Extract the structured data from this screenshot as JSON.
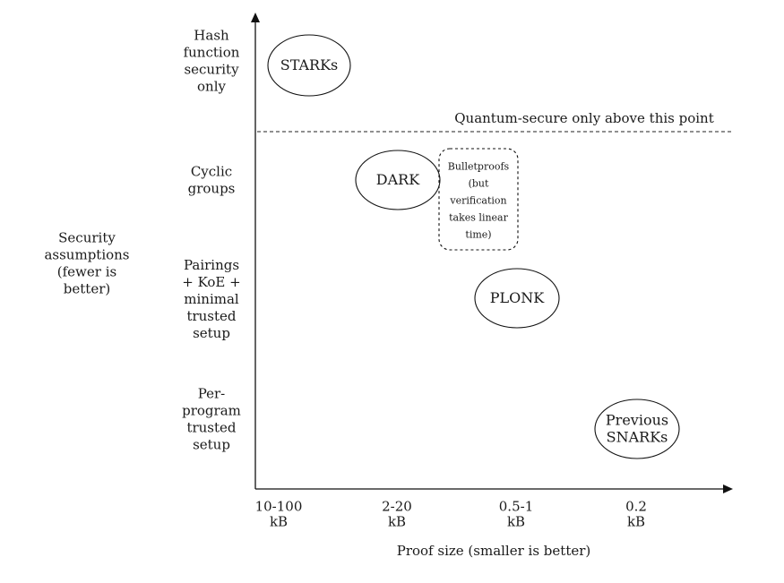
{
  "y_axis": {
    "title": [
      "Security",
      "assumptions",
      "(fewer is",
      "better)"
    ],
    "levels": [
      {
        "id": "hash",
        "lines": [
          "Hash",
          "function",
          "security",
          "only"
        ]
      },
      {
        "id": "cyclic",
        "lines": [
          "Cyclic",
          "groups"
        ]
      },
      {
        "id": "pairings",
        "lines": [
          "Pairings",
          "+ KoE +",
          "minimal",
          "trusted",
          "setup"
        ]
      },
      {
        "id": "per-program",
        "lines": [
          "Per-",
          "program",
          "trusted",
          "setup"
        ]
      }
    ]
  },
  "x_axis": {
    "title": "Proof size (smaller is better)",
    "ticks": [
      {
        "id": "10-100",
        "lines": [
          "10-100",
          "kB"
        ]
      },
      {
        "id": "2-20",
        "lines": [
          "2-20",
          "kB"
        ]
      },
      {
        "id": "0.5-1",
        "lines": [
          "0.5-1",
          "kB"
        ]
      },
      {
        "id": "0.2",
        "lines": [
          "0.2",
          "kB"
        ]
      }
    ]
  },
  "threshold": {
    "label": "Quantum-secure only above this point",
    "above_level": "hash"
  },
  "systems": [
    {
      "id": "starks",
      "lines": [
        "STARKs"
      ],
      "shape": "ellipse",
      "proof_size": "10-100",
      "security": "hash"
    },
    {
      "id": "dark",
      "lines": [
        "DARK"
      ],
      "shape": "ellipse",
      "proof_size": "2-20",
      "security": "cyclic"
    },
    {
      "id": "bulletproofs",
      "lines": [
        "Bulletproofs",
        "(but",
        "verification",
        "takes linear",
        "time)"
      ],
      "shape": "dashed-rounded-box",
      "proof_size": "2-20",
      "security": "cyclic"
    },
    {
      "id": "plonk",
      "lines": [
        "PLONK"
      ],
      "shape": "ellipse",
      "proof_size": "0.5-1",
      "security": "pairings"
    },
    {
      "id": "previous-snarks",
      "lines": [
        "Previous",
        "SNARKs"
      ],
      "shape": "ellipse",
      "proof_size": "0.2",
      "security": "per-program"
    }
  ]
}
